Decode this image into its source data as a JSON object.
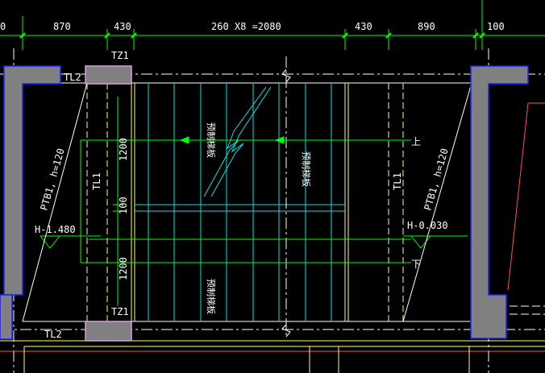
{
  "colors": {
    "background": "#000000",
    "dimension_green": "#00ff00",
    "wall_gray": "#808080",
    "wall_outline": "#2020ff",
    "stair_cyan": "#00e5e5",
    "beam_yellow": "#ffff66",
    "axis_white": "#ffffff",
    "note_red": "#ff5050",
    "column_pink": "#d8a0d8"
  },
  "dimensions": {
    "top": [
      "870",
      "430",
      "260 X8 =2080",
      "430",
      "890",
      "100"
    ],
    "left_vertical": [
      "1200",
      "100",
      "1200"
    ]
  },
  "labels": {
    "tz1_top": "TZ1",
    "tz1_bottom": "TZ1",
    "tl2_top": "TL2",
    "tl2_bottom": "TL2",
    "tl1_left": "TL1",
    "tl1_right": "TL1",
    "ptb1_left": "PTB1, h=120",
    "ptb1_right": "PTB1, h=120",
    "elev_left": "H-1.480",
    "elev_right": "H-0.030",
    "up": "上",
    "down": "下",
    "precast_1": "预制梯板",
    "precast_2": "预制梯板",
    "precast_3": "预制梯板"
  }
}
